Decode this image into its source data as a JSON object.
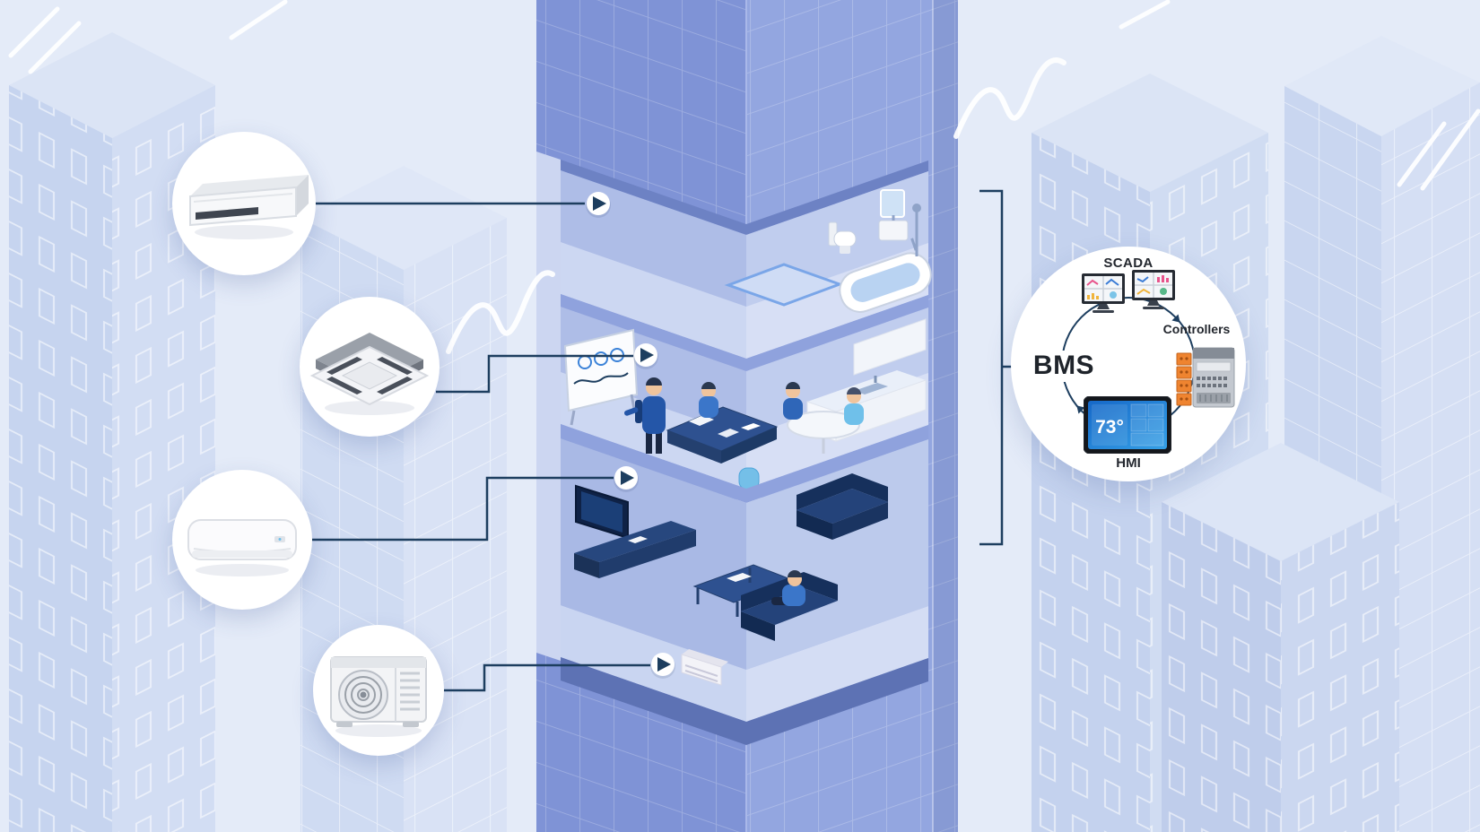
{
  "bms_panel": {
    "title": "BMS",
    "scada_label": "SCADA",
    "controllers_label": "Controllers",
    "hmi_label": "HMI",
    "hmi_screen_temp": "73°",
    "icons": {
      "scada": "scada-monitors-icon",
      "controllers": "plc-controller-icon",
      "hmi": "hmi-touch-panel-icon"
    }
  },
  "equipment_callouts": [
    {
      "icon": "ducted-ac-unit-icon"
    },
    {
      "icon": "cassette-ac-unit-icon"
    },
    {
      "icon": "wall-split-ac-unit-icon"
    },
    {
      "icon": "outdoor-condenser-unit-icon"
    }
  ],
  "building": {
    "floors": [
      "bathroom",
      "office-meeting-room",
      "living-lounge"
    ]
  },
  "colors": {
    "background": "#e4ebf8",
    "tower_left_face": "#7f93d6",
    "tower_right_face": "#93a6e0",
    "connector_line": "#1d3e5f",
    "callout_background": "#ffffff",
    "controller_orange": "#ef8430",
    "hmi_screen_blue": "#1f7bd9"
  }
}
